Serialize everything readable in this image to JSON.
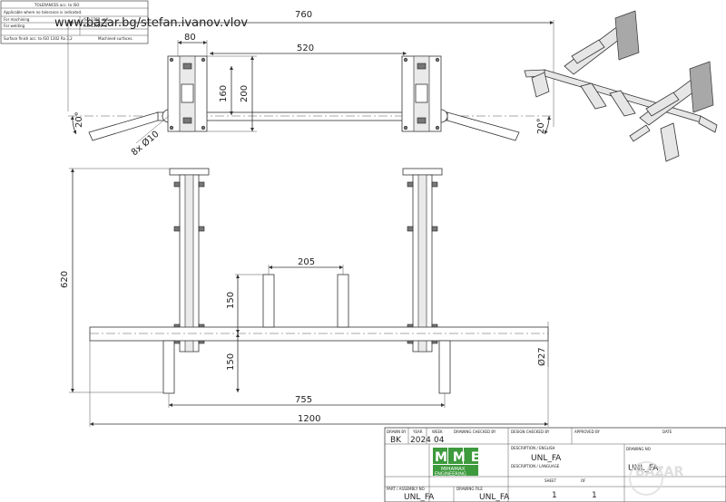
{
  "tolerance_box": {
    "title": "TOLERANCES acc. to ISO",
    "line1": "Applicable where no tolerance is indicated.",
    "line2": "For machining",
    "line2_value": "ISO 2768 -mK",
    "line3": "For welding",
    "line3_value": "ISO 13920 -B",
    "line4": "Surface finish acc. to ISO 1302 Ra 3,2",
    "line4_right": "Machined surfaces."
  },
  "watermark_top": "www.bazar.bg/stefan.ivanov.vlov",
  "dimensions_top": {
    "overall_width": "760",
    "plate_width": "80",
    "bolt_spacing": "520",
    "height_160": "160",
    "height_200": "200",
    "angle_left": "20°",
    "angle_right": "20°",
    "holes": "8x Ø10"
  },
  "dimensions_front": {
    "height_620": "620",
    "handle_spacing": "205",
    "handle_up": "150",
    "handle_down": "150",
    "diameter": "Ø27",
    "width_755": "755",
    "width_1200": "1200"
  },
  "title_block": {
    "drawn_by_label": "DRAWN BY",
    "year_label": "YEAR",
    "week_label": "WEEK",
    "drawn_by": "BK",
    "year": "2024",
    "week": "04",
    "drawing_checked_label": "DRAWING CHECKED BY",
    "design_checked_label": "DESIGN CHECKED BY",
    "approved_label": "APPROVED BY",
    "date_label": "DATE",
    "description_english_label": "DESCRIPTION / ENGLISH",
    "description_english": "UNL_FA",
    "description_language_label": "DESCRIPTION / LANGUAGE",
    "drawing_no_label": "DRAWING NO",
    "drawing_no": "UNL_FA",
    "sheet_label": "SHEET",
    "of_label": "OF",
    "sheet": "1",
    "of": "1",
    "part_assembly_label": "PART / ASSEMBLY NO",
    "part_assembly": "UNL_FA",
    "drawing_file_label": "DRAWING FILE",
    "drawing_file": "UNL_FA",
    "logo_letters": "MME",
    "logo_line1": "MIHAMAX",
    "logo_line2": "ENGINEERING"
  },
  "bazar_watermark": "BAZAR",
  "colors": {
    "logo_green": "#3d9a3d",
    "line": "#333333"
  }
}
